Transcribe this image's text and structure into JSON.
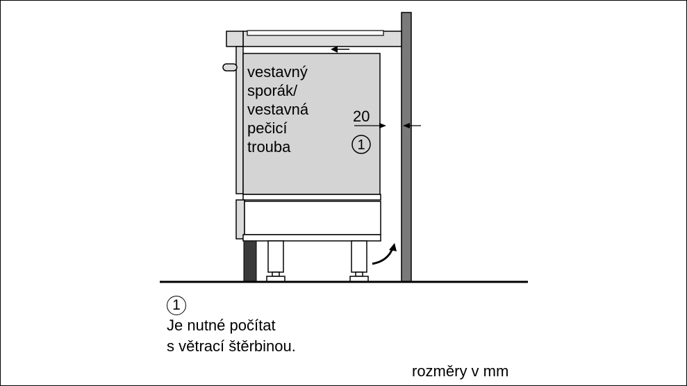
{
  "appliance_label": [
    "vestavný",
    "sporák/",
    "vestavná",
    "pečicí",
    "trouba"
  ],
  "dimension": "20",
  "callout": "1",
  "note": {
    "marker": "1",
    "line1": "Je nutné počítat",
    "line2": "s větrací štěrbinou."
  },
  "units_text": "rozměry v mm",
  "colors": {
    "oven_fill": "#d4d4d4",
    "panel_fill": "#dcdcdc",
    "wall_fill": "#7a7a7a",
    "plinth_fill": "#3a3a3a",
    "line": "#000000"
  }
}
